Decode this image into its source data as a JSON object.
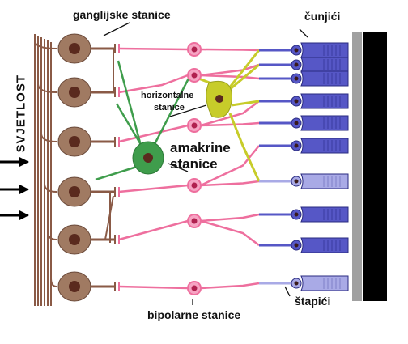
{
  "labels": {
    "ganglion": "ganglijske stanice",
    "cones": "čunjići",
    "horizontal_line1": "horizontalne",
    "horizontal_line2": "stanice",
    "amacrine_line1": "amakrine",
    "amacrine_line2": "stanice",
    "light": "SVJETLOST",
    "rods": "štapići",
    "bipolar": "bipolarne stanice"
  },
  "colors": {
    "ganglion_body": "#a07a62",
    "ganglion_nucleus": "#5a2a1e",
    "axon_brown": "#8a5a46",
    "bipolar_pink": "#ee6f9e",
    "bipolar_nucleus": "#b0214f",
    "cone_blue": "#5657c6",
    "rod_lightblue": "#a9aae6",
    "horizontal_yellow": "#c7cc2a",
    "amacrine_green": "#3f9d4c",
    "pigment_black": "#000000",
    "membrane_gray": "#a0a0a0"
  },
  "cells": {
    "ganglion_count": 6,
    "bipolar_count": 6,
    "photoreceptors": [
      "cone",
      "cone",
      "cone",
      "cone",
      "cone",
      "rod",
      "cone",
      "cone",
      "rod"
    ]
  }
}
